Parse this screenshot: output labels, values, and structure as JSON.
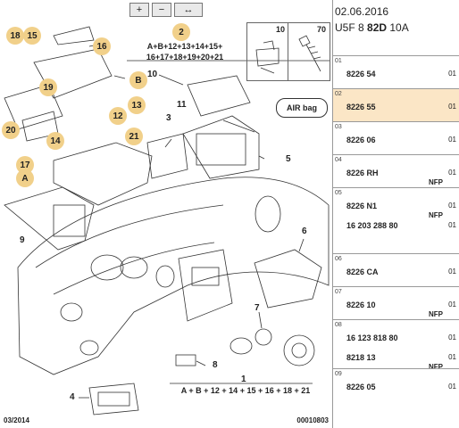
{
  "toolbar": {
    "zoom_in": "+",
    "zoom_out": "−",
    "pan": "↔"
  },
  "callouts": [
    "18",
    "15",
    "16",
    "2",
    "10",
    "11",
    "B",
    "19",
    "13",
    "12",
    "3",
    "20",
    "14",
    "21",
    "17",
    "A",
    "5",
    "9",
    "6",
    "7",
    "8",
    "4",
    "1"
  ],
  "formula_top": [
    "A+B+12+13+14+15+",
    "16+17+18+19+20+21"
  ],
  "formula_bottom": "A + B + 12 + 14 + 15 + 16 + 18 + 21",
  "fasteners": [
    {
      "num": "10"
    },
    {
      "num": "70"
    }
  ],
  "airbag_label": "AIR bag",
  "footer_left": "03/2014",
  "footer_right": "00010803",
  "header": {
    "date": "02.06.2016",
    "model_prefix": "U5F 8 ",
    "model_bold": "82D",
    "model_suffix": " 10A"
  },
  "parts": [
    {
      "idx": "01",
      "lines": [
        {
          "ref": "8226 54",
          "qty": "01"
        }
      ],
      "sel": false
    },
    {
      "idx": "02",
      "lines": [
        {
          "ref": "8226 55",
          "qty": "01"
        }
      ],
      "sel": true
    },
    {
      "idx": "03",
      "lines": [
        {
          "ref": "8226 06",
          "qty": "01"
        }
      ],
      "sel": false
    },
    {
      "idx": "04",
      "lines": [
        {
          "ref": "8226 RH",
          "qty": "01",
          "nfp": "NFP"
        }
      ],
      "sel": false
    },
    {
      "idx": "05",
      "lines": [
        {
          "ref": "8226 N1",
          "qty": "01",
          "nfp": "NFP"
        },
        {
          "ref": "16 203 288 80",
          "qty": "01"
        }
      ],
      "sel": false
    },
    {
      "idx": "06",
      "lines": [
        {
          "ref": "8226 CA",
          "qty": "01"
        }
      ],
      "sel": false
    },
    {
      "idx": "07",
      "lines": [
        {
          "ref": "8226 10",
          "qty": "01",
          "nfp": "NFP"
        }
      ],
      "sel": false
    },
    {
      "idx": "08",
      "lines": [
        {
          "ref": "16 123 818 80",
          "qty": "01"
        },
        {
          "ref": "8218 13",
          "qty": "01",
          "nfp": "NFP"
        }
      ],
      "sel": false
    },
    {
      "idx": "09",
      "lines": [
        {
          "ref": "8226 05",
          "qty": "01"
        }
      ],
      "sel": false
    }
  ]
}
